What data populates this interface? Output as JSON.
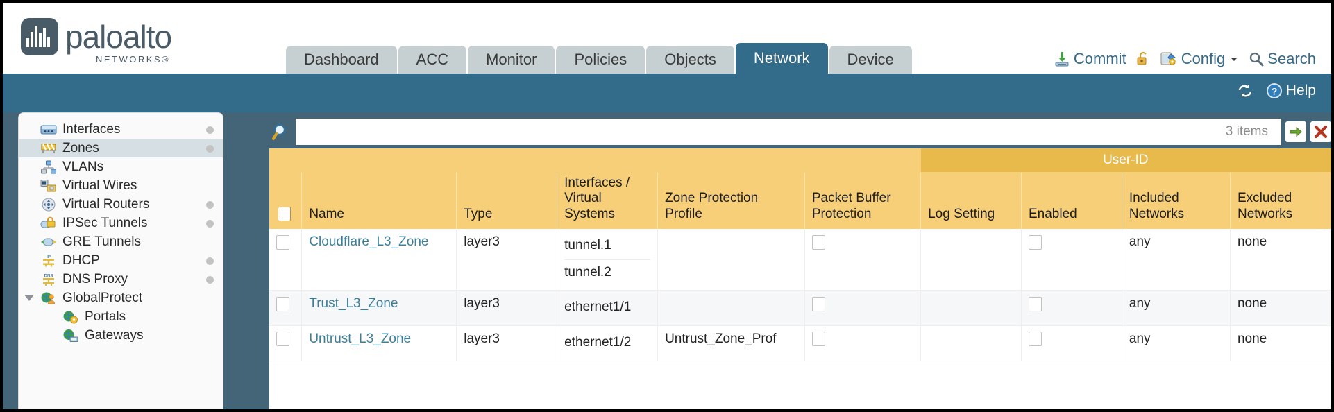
{
  "brand": {
    "name": "paloalto",
    "sub": "NETWORKS®"
  },
  "tabs": [
    {
      "label": "Dashboard",
      "active": false
    },
    {
      "label": "ACC",
      "active": false
    },
    {
      "label": "Monitor",
      "active": false
    },
    {
      "label": "Policies",
      "active": false
    },
    {
      "label": "Objects",
      "active": false
    },
    {
      "label": "Network",
      "active": true
    },
    {
      "label": "Device",
      "active": false
    }
  ],
  "top_actions": {
    "commit": "Commit",
    "config": "Config",
    "search": "Search"
  },
  "blueband": {
    "help": "Help"
  },
  "sidebar": {
    "items": [
      {
        "label": "Interfaces",
        "icon": "interfaces-icon",
        "selected": false,
        "dot": true,
        "child": false,
        "expander": false
      },
      {
        "label": "Zones",
        "icon": "zones-icon",
        "selected": true,
        "dot": true,
        "child": false,
        "expander": false
      },
      {
        "label": "VLANs",
        "icon": "vlans-icon",
        "selected": false,
        "dot": false,
        "child": false,
        "expander": false
      },
      {
        "label": "Virtual Wires",
        "icon": "virtual-wires-icon",
        "selected": false,
        "dot": false,
        "child": false,
        "expander": false
      },
      {
        "label": "Virtual Routers",
        "icon": "virtual-routers-icon",
        "selected": false,
        "dot": true,
        "child": false,
        "expander": false
      },
      {
        "label": "IPSec Tunnels",
        "icon": "ipsec-tunnels-icon",
        "selected": false,
        "dot": true,
        "child": false,
        "expander": false
      },
      {
        "label": "GRE Tunnels",
        "icon": "gre-tunnels-icon",
        "selected": false,
        "dot": false,
        "child": false,
        "expander": false
      },
      {
        "label": "DHCP",
        "icon": "dhcp-icon",
        "selected": false,
        "dot": true,
        "child": false,
        "expander": false
      },
      {
        "label": "DNS Proxy",
        "icon": "dns-proxy-icon",
        "selected": false,
        "dot": true,
        "child": false,
        "expander": false
      },
      {
        "label": "GlobalProtect",
        "icon": "globalprotect-icon",
        "selected": false,
        "dot": false,
        "child": false,
        "expander": true
      },
      {
        "label": "Portals",
        "icon": "portals-icon",
        "selected": false,
        "dot": false,
        "child": true,
        "expander": false
      },
      {
        "label": "Gateways",
        "icon": "gateways-icon",
        "selected": false,
        "dot": false,
        "child": true,
        "expander": false
      }
    ]
  },
  "search": {
    "value": "",
    "placeholder": "",
    "items_count": "3 items",
    "apply_icon": "green-arrow-icon",
    "clear_icon": "red-x-icon"
  },
  "table": {
    "group_header": "User-ID",
    "columns": [
      "Name",
      "Type",
      "Interfaces / Virtual Systems",
      "Zone Protection Profile",
      "Packet Buffer Protection",
      "Log Setting",
      "Enabled",
      "Included Networks",
      "Excluded Networks"
    ],
    "rows": [
      {
        "selected": false,
        "name": "Cloudflare_L3_Zone",
        "type": "layer3",
        "interfaces": [
          "tunnel.1",
          "tunnel.2"
        ],
        "zone_protection_profile": "",
        "packet_buffer_protection": false,
        "log_setting": "",
        "userid_enabled": false,
        "included_networks": "any",
        "excluded_networks": "none"
      },
      {
        "selected": false,
        "name": "Trust_L3_Zone",
        "type": "layer3",
        "interfaces": [
          "ethernet1/1"
        ],
        "zone_protection_profile": "",
        "packet_buffer_protection": false,
        "log_setting": "",
        "userid_enabled": false,
        "included_networks": "any",
        "excluded_networks": "none"
      },
      {
        "selected": false,
        "name": "Untrust_L3_Zone",
        "type": "layer3",
        "interfaces": [
          "ethernet1/2"
        ],
        "zone_protection_profile": "Untrust_Zone_Prof",
        "packet_buffer_protection": false,
        "log_setting": "",
        "userid_enabled": false,
        "included_networks": "any",
        "excluded_networks": "none"
      }
    ]
  },
  "colors": {
    "brand_blue": "#336b8a",
    "band_blue": "#436577",
    "header_amber": "#f7cf79",
    "group_amber": "#e8ba4b",
    "link_teal": "#3d7f99"
  }
}
